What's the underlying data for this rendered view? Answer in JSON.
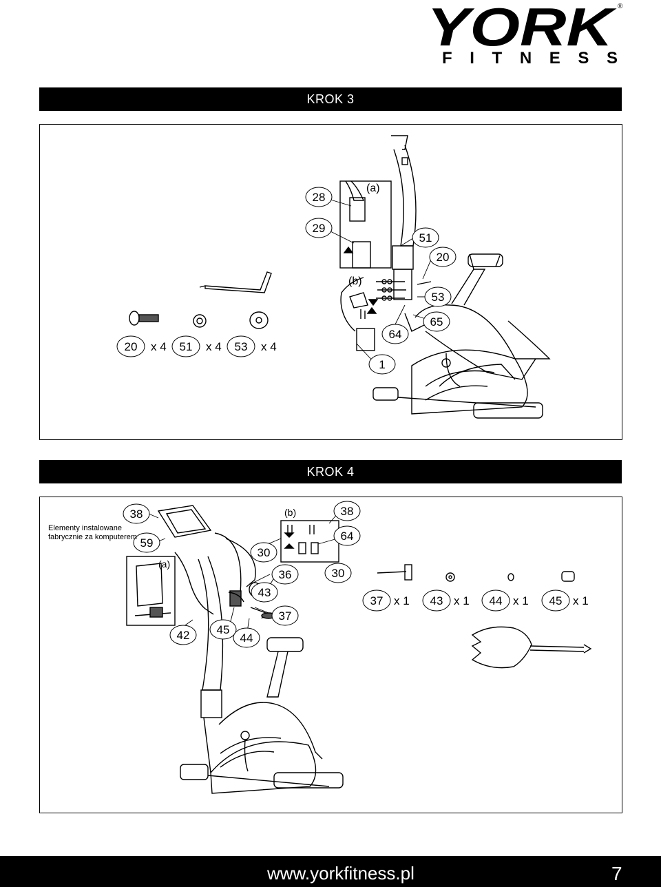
{
  "brand": {
    "name": "YORK",
    "sub": "FITNESS",
    "reg": "®"
  },
  "step3": {
    "title": "KROK 3",
    "detail_a": "(a)",
    "detail_b": "(b)",
    "callouts": [
      "28",
      "29",
      "51",
      "20",
      "53",
      "65",
      "64",
      "1"
    ],
    "hardware": [
      {
        "part": "20",
        "qty": "x 4"
      },
      {
        "part": "51",
        "qty": "x 4"
      },
      {
        "part": "53",
        "qty": "x 4"
      }
    ]
  },
  "step4": {
    "title": "KROK 4",
    "factory_note": "Elementy instalowane fabrycznie za komputerem",
    "detail_a": "(a)",
    "detail_b": "(b)",
    "callouts": [
      "38",
      "59",
      "42",
      "45",
      "44",
      "30",
      "43",
      "36",
      "37",
      "38",
      "64",
      "30"
    ],
    "hardware": [
      {
        "part": "37",
        "qty": "x 1"
      },
      {
        "part": "43",
        "qty": "x 1"
      },
      {
        "part": "44",
        "qty": "x 1"
      },
      {
        "part": "45",
        "qty": "x 1"
      }
    ]
  },
  "footer": {
    "url": "www.yorkfitness.pl",
    "page": "7"
  }
}
